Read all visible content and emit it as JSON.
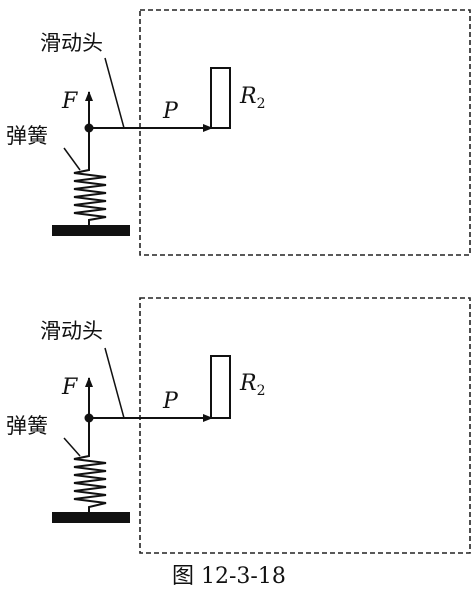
{
  "caption": "图 12-3-18",
  "panels": [
    {
      "slider_label": "滑动头",
      "force_label": "F",
      "spring_label": "弹簧",
      "contact_label": "P",
      "resistor_label": "R",
      "resistor_subscript": "2"
    },
    {
      "slider_label": "滑动头",
      "force_label": "F",
      "spring_label": "弹簧",
      "contact_label": "P",
      "resistor_label": "R",
      "resistor_subscript": "2"
    }
  ]
}
